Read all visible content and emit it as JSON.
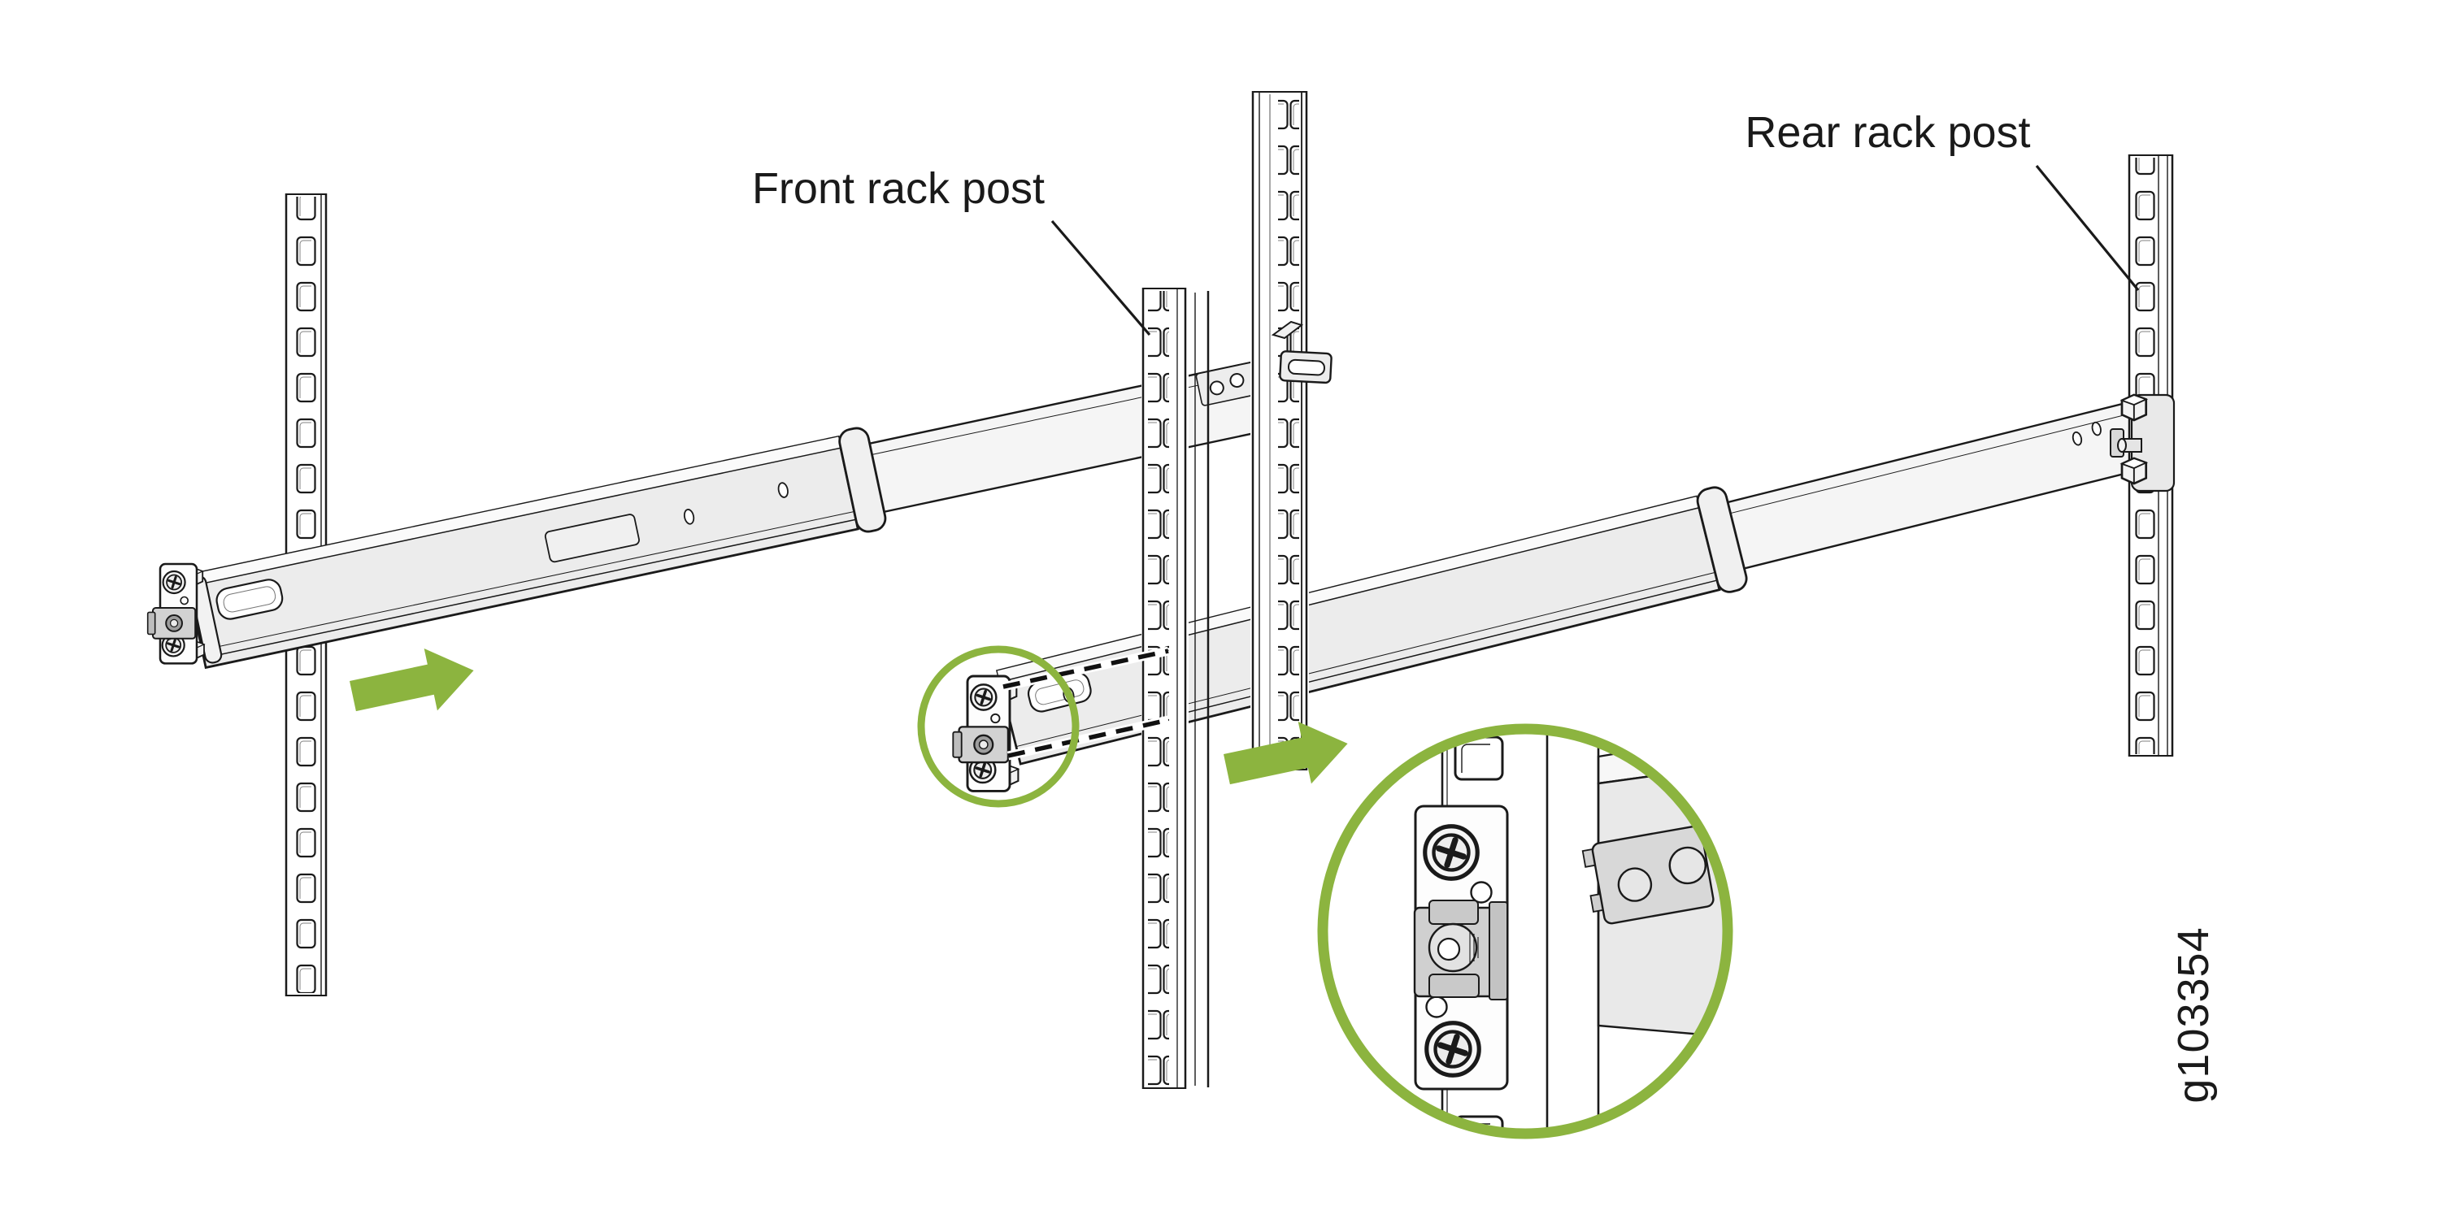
{
  "diagram": {
    "labels": {
      "front_rack_post": "Front rack post",
      "rear_rack_post": "Rear rack post"
    },
    "figure_id": "g103354",
    "icons": {
      "slide_direction": "right-arrow",
      "detail_callout": "magnifier-circle",
      "fastener": "phillips-screw"
    },
    "colors": {
      "background": "#ffffff",
      "line": "#1a1a1a",
      "accent_green": "#8CB43F",
      "rail_face": "#ececec",
      "rail_inner": "#f5f5f5",
      "rail_highlight": "#fafafa",
      "hardware_gray": "#d2d2d2"
    }
  }
}
